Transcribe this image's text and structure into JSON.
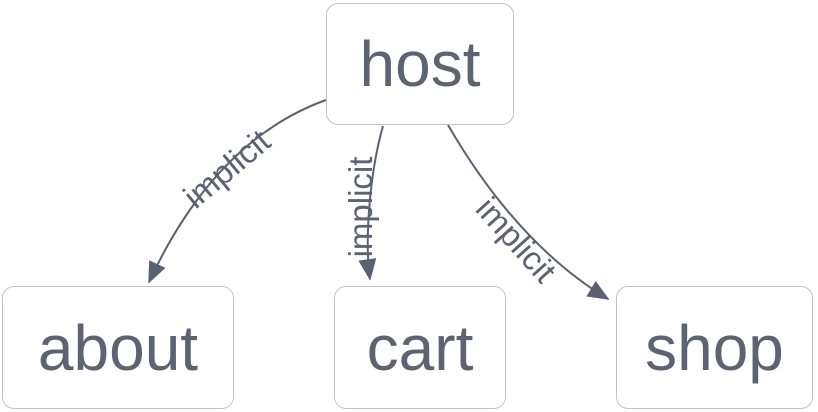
{
  "diagram": {
    "type": "directed-graph",
    "nodes": [
      {
        "id": "host",
        "label": "host"
      },
      {
        "id": "about",
        "label": "about"
      },
      {
        "id": "cart",
        "label": "cart"
      },
      {
        "id": "shop",
        "label": "shop"
      }
    ],
    "edges": [
      {
        "from": "host",
        "to": "about",
        "label": "implicit"
      },
      {
        "from": "host",
        "to": "cart",
        "label": "implicit"
      },
      {
        "from": "host",
        "to": "shop",
        "label": "implicit"
      }
    ],
    "colors": {
      "node_text": "#5d6370",
      "node_border": "#c2c2c2",
      "node_fill": "#ffffff",
      "edge": "#5a6170",
      "background": "#ffffff"
    }
  }
}
